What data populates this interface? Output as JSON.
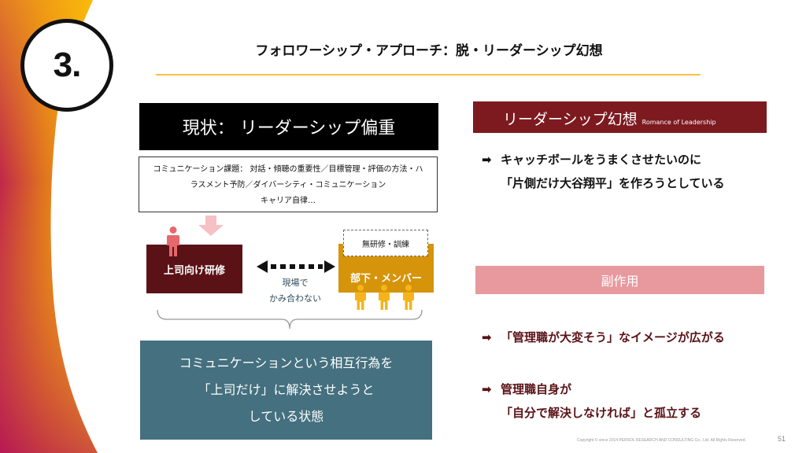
{
  "slide": {
    "section_number": "3.",
    "title": "フォロワーシップ・アプローチ：脱・リーダーシップ幻想",
    "page_number": "51",
    "copyright": "Copyright © since 2014 PERSOL RESEARCH AND CONSULTING Co., Ltd. All Rights Reserved."
  },
  "colors": {
    "accent_rule": "#f5c242",
    "boss_box": "#5b1217",
    "member_box": "#d6940a",
    "conclusion_box": "#44707f",
    "illusion_bar": "#7d1a20",
    "side_effect_bar": "#e8999e",
    "boss_person": "#e5686d",
    "member_person": "#f5b41c"
  },
  "left": {
    "status_title": "現状：  リーダーシップ偏重",
    "issues_lines": [
      "コミュニケーション課題：  対話・傾聴の重要性／目標管理・評価の方法・ハ",
      "ラスメント予防／ダイバーシティ・コミュニケーション",
      "キャリア自律…"
    ],
    "boss_label": "上司向け研修",
    "member_label": "部下・メンバー",
    "no_training_label": "無研修・訓練",
    "mismatch_lines": [
      "現場で",
      "かみ合わない"
    ],
    "conclusion_lines": [
      "コミュニケーションという相互行為を",
      "「上司だけ」に解決させようと",
      "している状態"
    ]
  },
  "right": {
    "illusion_title": "リーダーシップ幻想",
    "illusion_subtitle": "Romance of Leadership",
    "illusion_lines": [
      "キャッチボールをうまくさせたいのに",
      "「片側だけ大谷翔平」を作ろうとしている"
    ],
    "side_effect_title": "副作用",
    "side_effect_1": "「管理職が大変そう」なイメージが広がる",
    "side_effect_2_lines": [
      "管理職自身が",
      "「自分で解決しなければ」と孤立する"
    ],
    "arrow_glyph": "➡"
  }
}
